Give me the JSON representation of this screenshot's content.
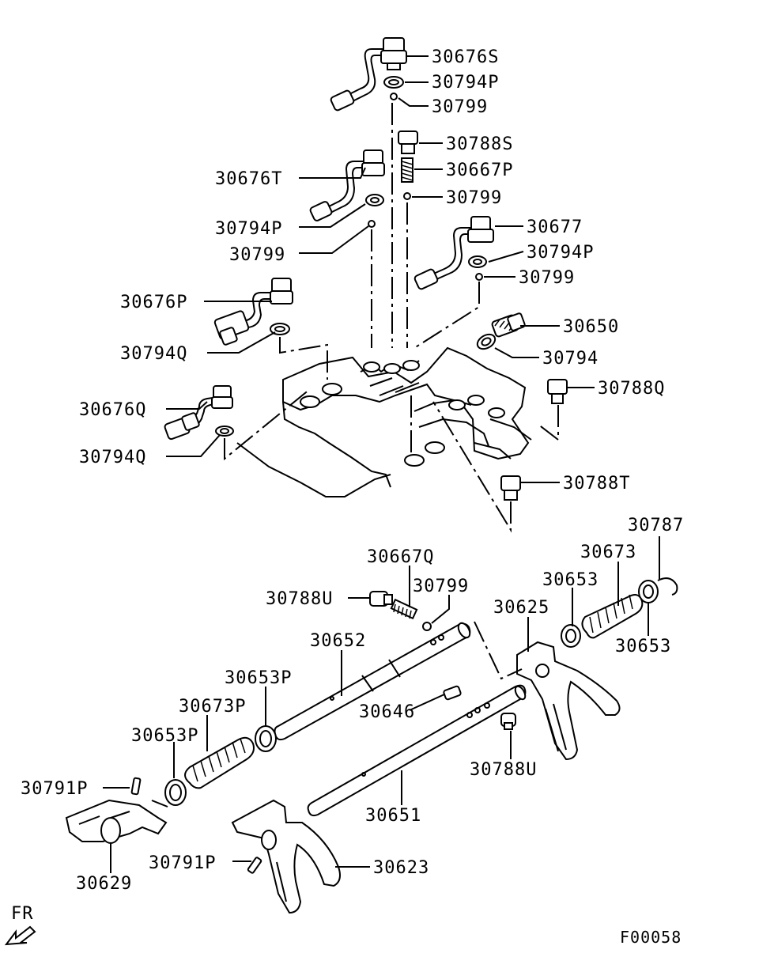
{
  "diagram_code": "F00058",
  "direction_label": "FR",
  "part_numbers": {
    "p30676S": "30676S",
    "p30794P_a": "30794P",
    "p30799_a": "30799",
    "p30788S": "30788S",
    "p30667P": "30667P",
    "p30799_b": "30799",
    "p30676T": "30676T",
    "p30794P_b": "30794P",
    "p30799_c": "30799",
    "p30677": "30677",
    "p30794P_c": "30794P",
    "p30799_d": "30799",
    "p30676P": "30676P",
    "p30650": "30650",
    "p30794Q_a": "30794Q",
    "p30794": "30794",
    "p30788Q": "30788Q",
    "p30676Q": "30676Q",
    "p30794Q_b": "30794Q",
    "p30788T": "30788T",
    "p30787": "30787",
    "p30673": "30673",
    "p30667Q": "30667Q",
    "p30653_a": "30653",
    "p30799_e": "30799",
    "p30788U_a": "30788U",
    "p30625": "30625",
    "p30652": "30652",
    "p30653_b": "30653",
    "p30653P_a": "30653P",
    "p30673P": "30673P",
    "p30646": "30646",
    "p30653P_b": "30653P",
    "p30788U_b": "30788U",
    "p30791P_a": "30791P",
    "p30651": "30651",
    "p30629": "30629",
    "p30791P_b": "30791P",
    "p30623": "30623"
  }
}
